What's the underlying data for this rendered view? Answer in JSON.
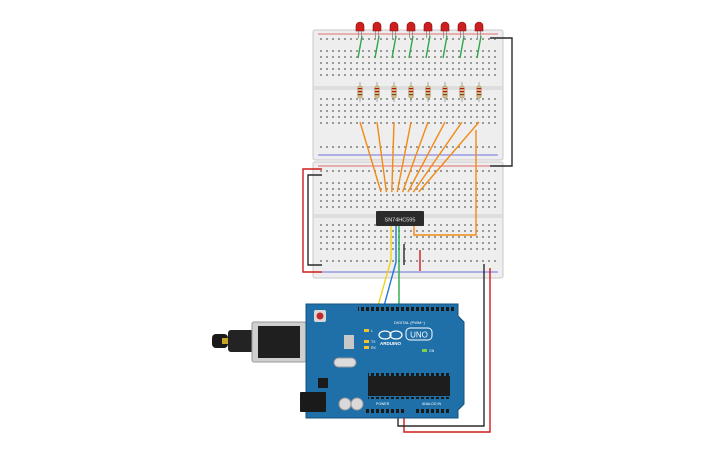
{
  "ic_chip": {
    "label": "SN74HC595"
  },
  "arduino": {
    "logo_text": "ARDUINO",
    "model_text": "UNO",
    "digital_header_label": "DIGITAL (PWM~)",
    "power_header_label": "POWER",
    "analog_header_label": "ANALOG IN",
    "l_led_label": "L",
    "tx_label": "TX",
    "rx_label": "RX",
    "on_label": "ON"
  },
  "leds": {
    "count": 8,
    "color": "#cc1f1f"
  },
  "resistors": {
    "count": 8
  },
  "wire_colors": {
    "orange": "#f08a14",
    "red": "#d11a1a",
    "black": "#2a2a2a",
    "green": "#2aa84a",
    "yellow": "#f2d21a",
    "blue": "#1e78d6"
  },
  "board_colors": {
    "arduino": "#1f6fa8",
    "breadboard": "#eeeeee",
    "chip": "#2b2b2b"
  }
}
